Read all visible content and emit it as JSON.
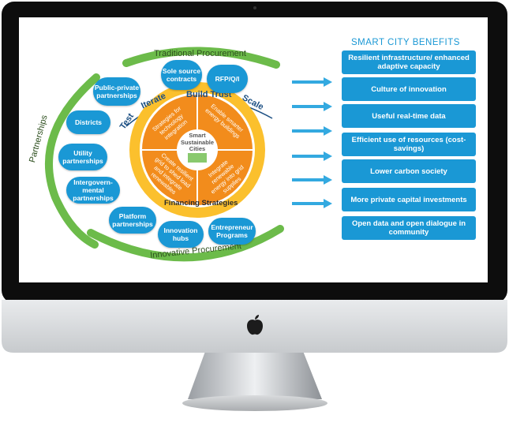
{
  "benefits_title": "SMART CITY BENEFITS",
  "benefits": [
    "Resilient infrastructure/ enhanced adaptive capacity",
    "Culture of innovation",
    "Useful real-time data",
    "Efficient use of resources (cost-savings)",
    "Lower carbon society",
    "More private capital investments",
    "Open data and open dialogue in community"
  ],
  "arc_labels": {
    "top": "Traditional Procurement",
    "bottom": "Innovative Procurement",
    "left": "Partnerships",
    "ring_bottom": "Financing Strategies"
  },
  "process": [
    "Test",
    "Iterate",
    "Build Trust",
    "Scale"
  ],
  "center_title": "Smart Sustainable Cities",
  "quadrants": [
    "Strategies for technology integration",
    "Enable smarter energy buildings",
    "Integrate renewable energy into grid supplies",
    "Create resilient grid to shed load and integrate renewables"
  ],
  "bubbles": {
    "sole_source": "Sole source contracts",
    "rfp": "RFP/Q/I",
    "public_private": "Public-private partnerships",
    "districts": "Districts",
    "utility": "Utility partnerships",
    "intergov": "Intergovern-mental partnerships",
    "platform": "Platform partnerships",
    "innovation_hubs": "Innovation hubs",
    "entrepreneur": "Entrepreneur Programs"
  },
  "colors": {
    "blue": "#1a98d5",
    "green": "#6cbb4a",
    "orange": "#f28c1c",
    "yellow": "#fbc02d"
  }
}
